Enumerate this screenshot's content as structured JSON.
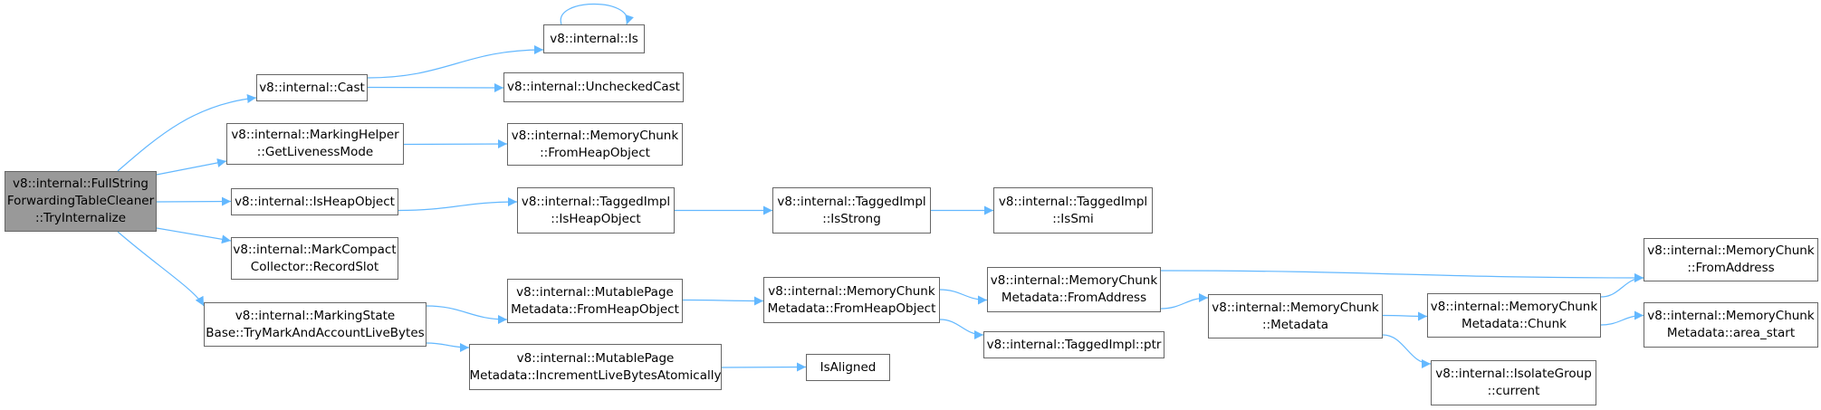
{
  "colors": {
    "edge": "#63b8ff",
    "node_border": "#666666",
    "root_fill": "#999999"
  },
  "nodes": [
    {
      "id": "root",
      "lines": [
        "v8::internal::FullString",
        "ForwardingTableCleaner",
        "::TryInternalize"
      ],
      "root": true
    },
    {
      "id": "cast",
      "lines": [
        "v8::internal::Cast"
      ]
    },
    {
      "id": "is",
      "lines": [
        "v8::internal::Is"
      ]
    },
    {
      "id": "unchecked",
      "lines": [
        "v8::internal::UncheckedCast"
      ]
    },
    {
      "id": "liveness",
      "lines": [
        "v8::internal::MarkingHelper",
        "::GetLivenessMode"
      ]
    },
    {
      "id": "mc_fromheap",
      "lines": [
        "v8::internal::MemoryChunk",
        "::FromHeapObject"
      ]
    },
    {
      "id": "isheapobj",
      "lines": [
        "v8::internal::IsHeapObject"
      ]
    },
    {
      "id": "ti_isheap",
      "lines": [
        "v8::internal::TaggedImpl",
        "::IsHeapObject"
      ]
    },
    {
      "id": "ti_strong",
      "lines": [
        "v8::internal::TaggedImpl",
        "::IsStrong"
      ]
    },
    {
      "id": "ti_smi",
      "lines": [
        "v8::internal::TaggedImpl",
        "::IsSmi"
      ]
    },
    {
      "id": "recordslot",
      "lines": [
        "v8::internal::MarkCompact",
        "Collector::RecordSlot"
      ]
    },
    {
      "id": "trymark",
      "lines": [
        "v8::internal::MarkingState",
        "Base::TryMarkAndAccountLiveBytes"
      ]
    },
    {
      "id": "mpm_fromheap",
      "lines": [
        "v8::internal::MutablePage",
        "Metadata::FromHeapObject"
      ]
    },
    {
      "id": "mpm_incr",
      "lines": [
        "v8::internal::MutablePage",
        "Metadata::IncrementLiveBytesAtomically"
      ]
    },
    {
      "id": "isaligned",
      "lines": [
        "IsAligned"
      ]
    },
    {
      "id": "mcm_fromheap",
      "lines": [
        "v8::internal::MemoryChunk",
        "Metadata::FromHeapObject"
      ]
    },
    {
      "id": "mcm_fromaddr",
      "lines": [
        "v8::internal::MemoryChunk",
        "Metadata::FromAddress"
      ]
    },
    {
      "id": "ti_ptr",
      "lines": [
        "v8::internal::TaggedImpl::ptr"
      ]
    },
    {
      "id": "mc_metadata",
      "lines": [
        "v8::internal::MemoryChunk",
        "::Metadata"
      ]
    },
    {
      "id": "mcm_chunk",
      "lines": [
        "v8::internal::MemoryChunk",
        "Metadata::Chunk"
      ]
    },
    {
      "id": "isolategroup",
      "lines": [
        "v8::internal::IsolateGroup",
        "::current"
      ]
    },
    {
      "id": "mc_fromaddr",
      "lines": [
        "v8::internal::MemoryChunk",
        "::FromAddress"
      ]
    },
    {
      "id": "mcm_areastart",
      "lines": [
        "v8::internal::MemoryChunk",
        "Metadata::area_start"
      ]
    }
  ],
  "edges": [
    [
      "root",
      "cast"
    ],
    [
      "root",
      "liveness"
    ],
    [
      "root",
      "isheapobj"
    ],
    [
      "root",
      "recordslot"
    ],
    [
      "root",
      "trymark"
    ],
    [
      "cast",
      "is"
    ],
    [
      "cast",
      "unchecked"
    ],
    [
      "is",
      "is"
    ],
    [
      "liveness",
      "mc_fromheap"
    ],
    [
      "isheapobj",
      "ti_isheap"
    ],
    [
      "ti_isheap",
      "ti_strong"
    ],
    [
      "ti_strong",
      "ti_smi"
    ],
    [
      "trymark",
      "mpm_fromheap"
    ],
    [
      "trymark",
      "mpm_incr"
    ],
    [
      "mpm_fromheap",
      "mcm_fromheap"
    ],
    [
      "mpm_incr",
      "isaligned"
    ],
    [
      "mcm_fromheap",
      "mcm_fromaddr"
    ],
    [
      "mcm_fromheap",
      "ti_ptr"
    ],
    [
      "mcm_fromaddr",
      "mc_fromaddr"
    ],
    [
      "mcm_fromaddr",
      "mc_metadata"
    ],
    [
      "mc_metadata",
      "mcm_chunk"
    ],
    [
      "mc_metadata",
      "isolategroup"
    ],
    [
      "mcm_chunk",
      "mc_fromaddr"
    ],
    [
      "mcm_chunk",
      "mcm_areastart"
    ]
  ]
}
